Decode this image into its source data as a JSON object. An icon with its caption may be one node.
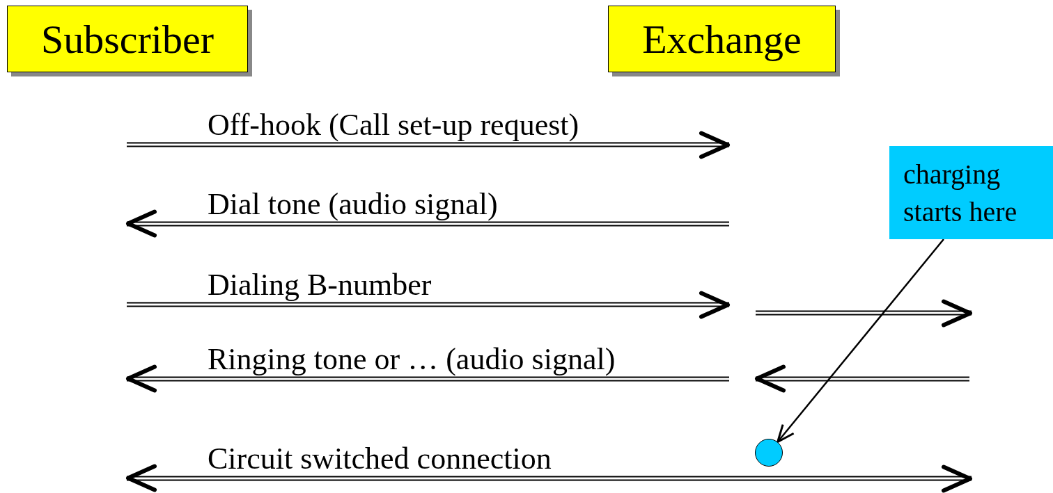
{
  "diagram": {
    "nodes": [
      {
        "text": [
          "Subscriber"
        ]
      },
      {
        "text": [
          "Exchange"
        ]
      },
      {
        "text": [
          "charging starts here"
        ]
      },
      {
        "text": [],
        "shape": "circle"
      }
    ],
    "edges": [
      {
        "from": 2,
        "to": 3,
        "arrow": "to"
      }
    ],
    "labels": [
      "Off-hook (Call set-up request)",
      "Dial tone (audio signal)",
      "Dialing B-number",
      "Ringing tone or … (audio signal)",
      "Circuit switched connection"
    ]
  }
}
